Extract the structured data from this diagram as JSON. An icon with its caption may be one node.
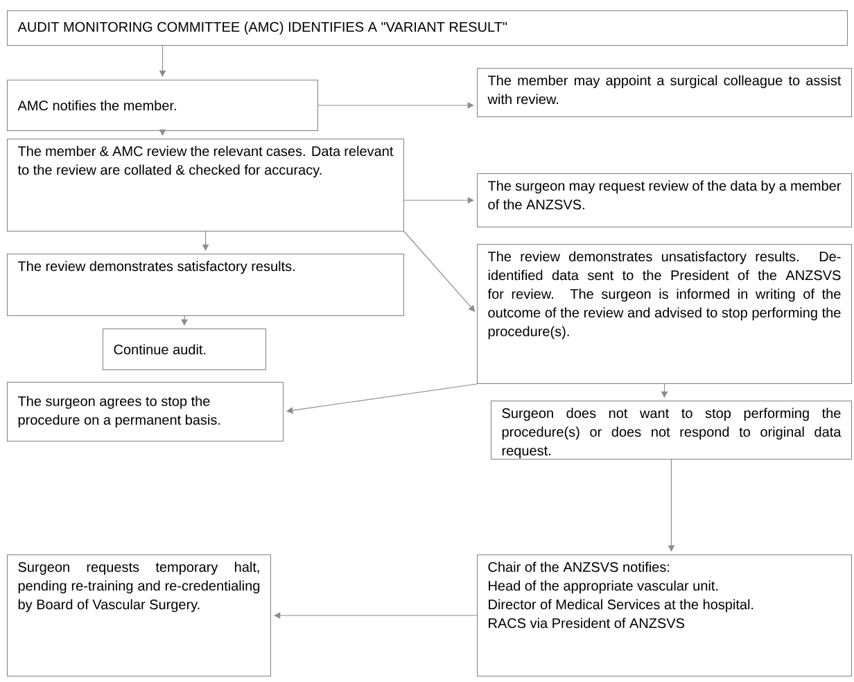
{
  "diagram": {
    "nodes": [
      {
        "text": [
          "AUDIT MONITORING COMMITTEE (AMC) IDENTIFIES A \"VARIANT RESULT\""
        ]
      },
      {
        "text": [
          "AMC notifies the member."
        ]
      },
      {
        "text": [
          "The member may appoint a surgical colleague to assist with review."
        ]
      },
      {
        "text": [
          "The member & AMC review the relevant cases.  Data relevant to the review are collated & checked for accuracy."
        ]
      },
      {
        "text": [
          "The surgeon may request review of the data by a member of the ANZSVS."
        ]
      },
      {
        "text": [
          "The review demonstrates satisfactory results."
        ]
      },
      {
        "text": [
          "The review demonstrates unsatisfactory results. De-identified data sent to the President of the ANZSVS for review. The surgeon is informed in writing of the outcome of the review and advised to stop performing the procedure(s)."
        ]
      },
      {
        "text": [
          "Continue audit."
        ]
      },
      {
        "text": [
          "The surgeon agrees to stop the procedure on a permanent basis."
        ]
      },
      {
        "text": [
          "Surgeon does not want to stop performing the procedure(s) or does not respond to original data request."
        ]
      },
      {
        "text": [
          "Chair of the ANZSVS notifies:",
          "Head of the appropriate vascular unit.",
          "Director of Medical Services at the hospital.",
          "RACS via President of ANZSVS"
        ]
      },
      {
        "text": [
          "Surgeon requests temporary halt, pending re-training and re-credentialing by Board of Vascular Surgery."
        ]
      }
    ],
    "edges": [
      {
        "from": 0,
        "to": 1,
        "arrow": "to"
      },
      {
        "from": 1,
        "to": 2,
        "arrow": "to"
      },
      {
        "from": 1,
        "to": 3,
        "arrow": "to"
      },
      {
        "from": 3,
        "to": 4,
        "arrow": "to"
      },
      {
        "from": 3,
        "to": 5,
        "arrow": "to"
      },
      {
        "from": 3,
        "to": 6,
        "arrow": "to"
      },
      {
        "from": 5,
        "to": 7,
        "arrow": "to"
      },
      {
        "from": 6,
        "to": 8,
        "arrow": "to"
      },
      {
        "from": 6,
        "to": 9,
        "arrow": "to"
      },
      {
        "from": 9,
        "to": 10,
        "arrow": "to"
      },
      {
        "from": 10,
        "to": 11,
        "arrow": "to"
      }
    ]
  }
}
